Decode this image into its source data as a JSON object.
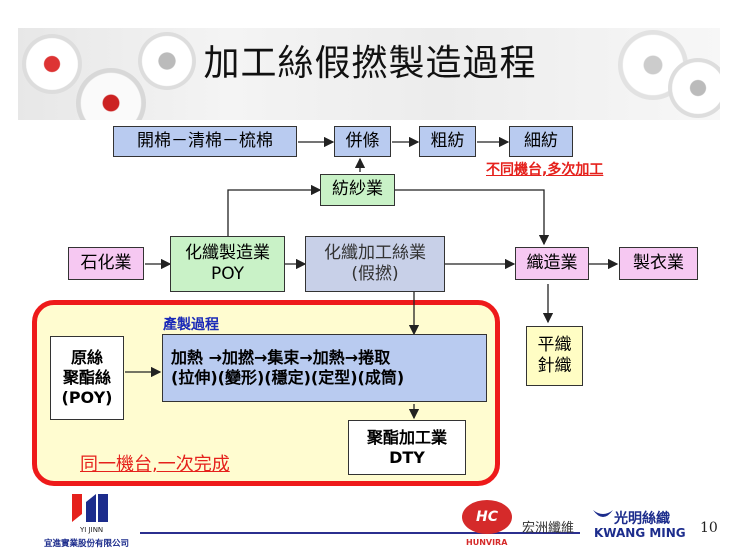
{
  "title": "加工絲假撚製造過程",
  "nodes": {
    "cotton_prep": "開棉－清棉－梳棉",
    "drawing": "併條",
    "roving": "粗紡",
    "fine_spinning": "細紡",
    "spinning_industry": "紡紗業",
    "petrochemical": "石化業",
    "synthetic_fiber": "化纖製造業\nPOY",
    "texturing": "化纖加工絲業\n(假撚)",
    "weaving": "織造業",
    "garment": "製衣業",
    "fabric_types": "平織\n針織",
    "raw_yarn": "原絲\n聚酯絲\n(POY)",
    "process_steps": "加熱 →加撚→集束→加熱→捲取\n(拉伸)(變形)(穩定)(定型)(成筒)",
    "dty": "聚酯加工業\nDTY"
  },
  "notes": {
    "multi_machine": "不同機台,多次加工",
    "process_label": "產製過程",
    "single_machine": "同一機台,一次完成"
  },
  "footer": {
    "company_left_en": "YI JINN",
    "company_left_cn": "宜進實業股份有限公司",
    "hunvira_en": "HUNVIRA",
    "hunvira_cn": "宏洲纖維",
    "kwang_ming_cn": "光明絲織",
    "kwang_ming_en": "KWANG MING",
    "page_number": "10"
  },
  "colors": {
    "highlight_border": "#ee1a1a",
    "highlight_fill": "#fffcd0",
    "note_red": "#e5211c",
    "label_blue": "#1b2ab8"
  }
}
